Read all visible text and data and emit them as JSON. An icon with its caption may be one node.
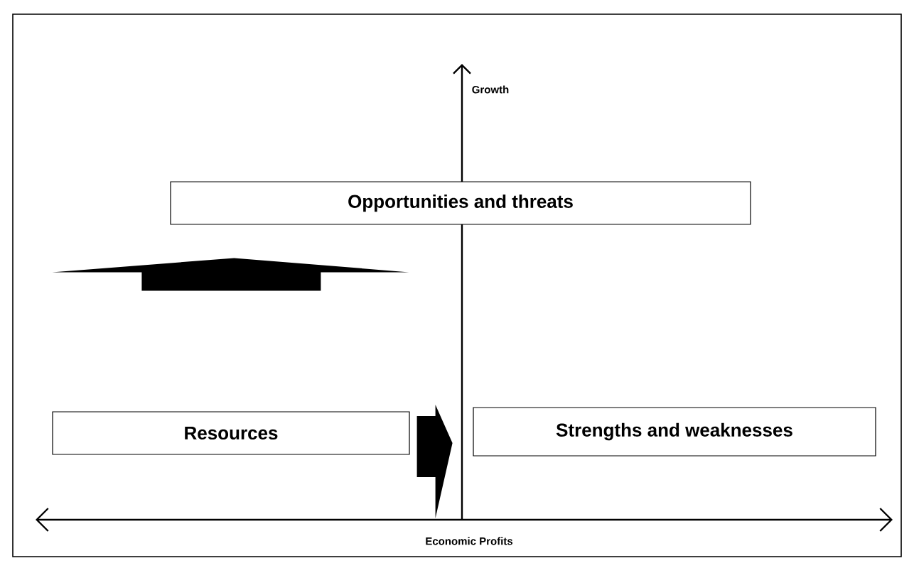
{
  "diagram": {
    "nodes": [
      {
        "text": [
          "Opportunities and threats"
        ]
      },
      {
        "text": [
          "Resources"
        ]
      },
      {
        "text": [
          "Strengths and weaknesses"
        ]
      }
    ],
    "edges": [
      {
        "from": 1,
        "to": 0,
        "arrow": "to"
      },
      {
        "from": 1,
        "to": 2,
        "arrow": "to"
      }
    ],
    "labels": [
      "Growth",
      "Economic Profits"
    ]
  }
}
